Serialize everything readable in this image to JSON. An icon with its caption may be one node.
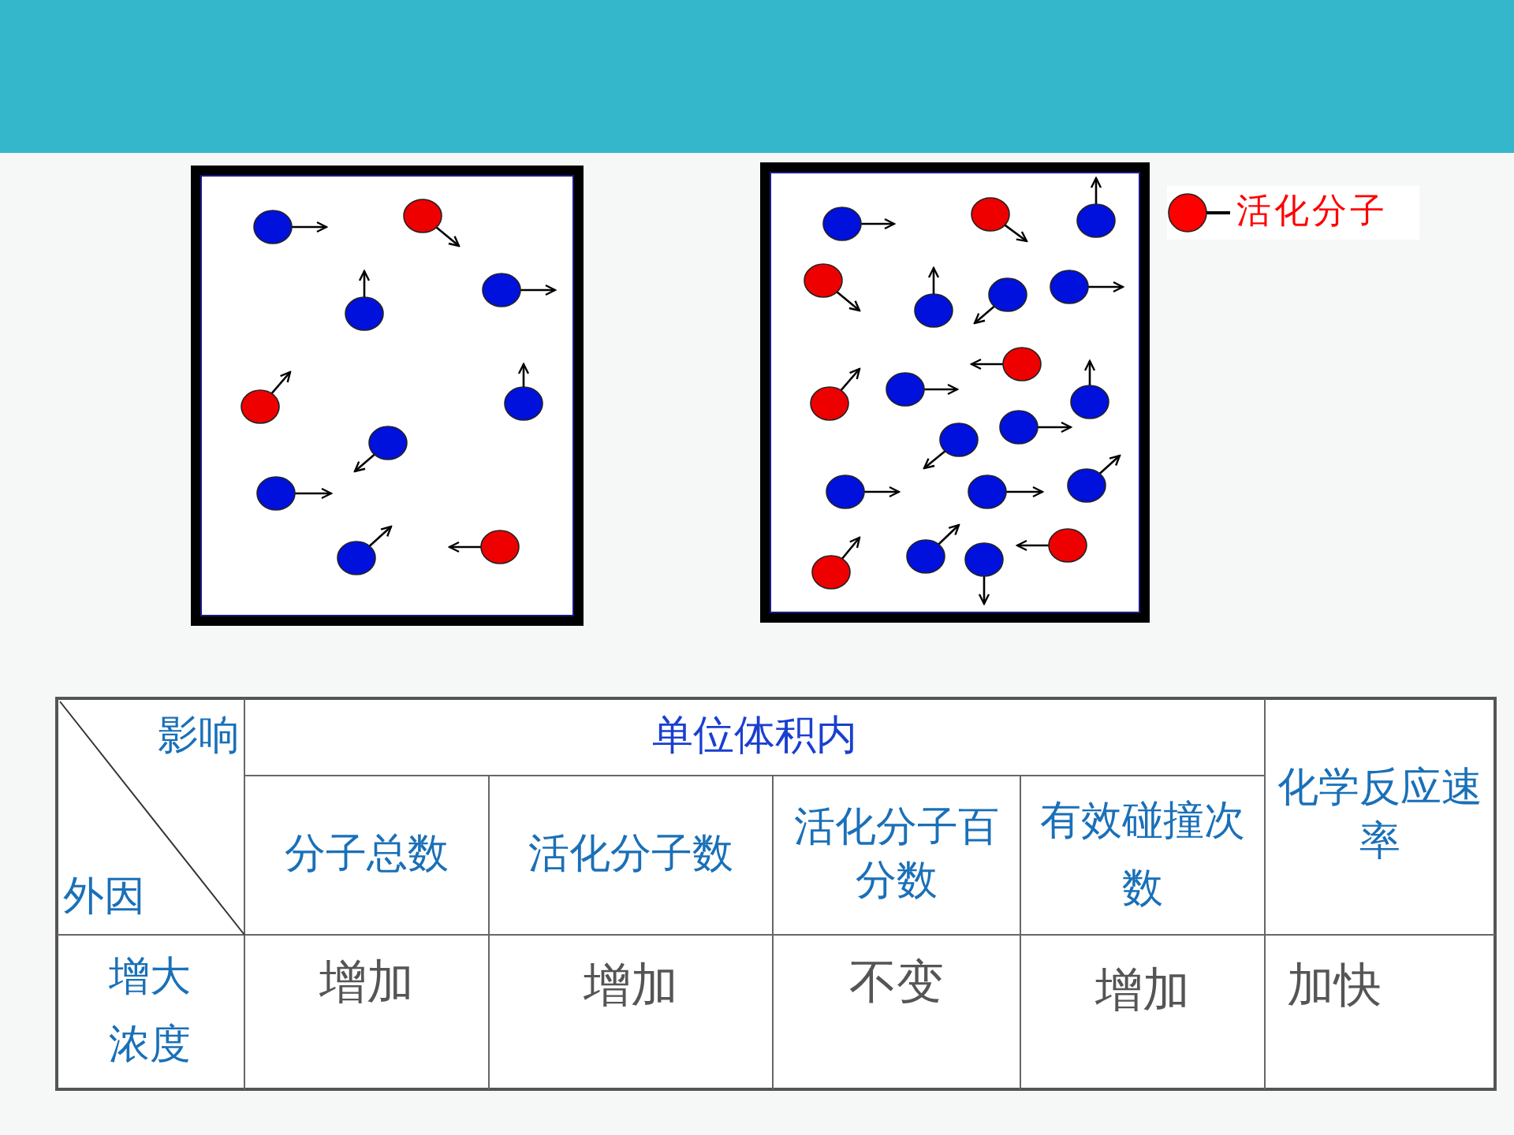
{
  "diagram": {
    "labels": [
      "影响",
      "外因",
      "单位体积内",
      "化学反应速率",
      "分子总数",
      "活化分子数",
      "活化分子百分数",
      "有效碰撞次数",
      "增大浓度",
      "增加",
      "增加",
      "不变",
      "增加",
      "加快"
    ],
    "legend": [
      {
        "text": "活化分子",
        "color": "#ff0000"
      }
    ]
  }
}
